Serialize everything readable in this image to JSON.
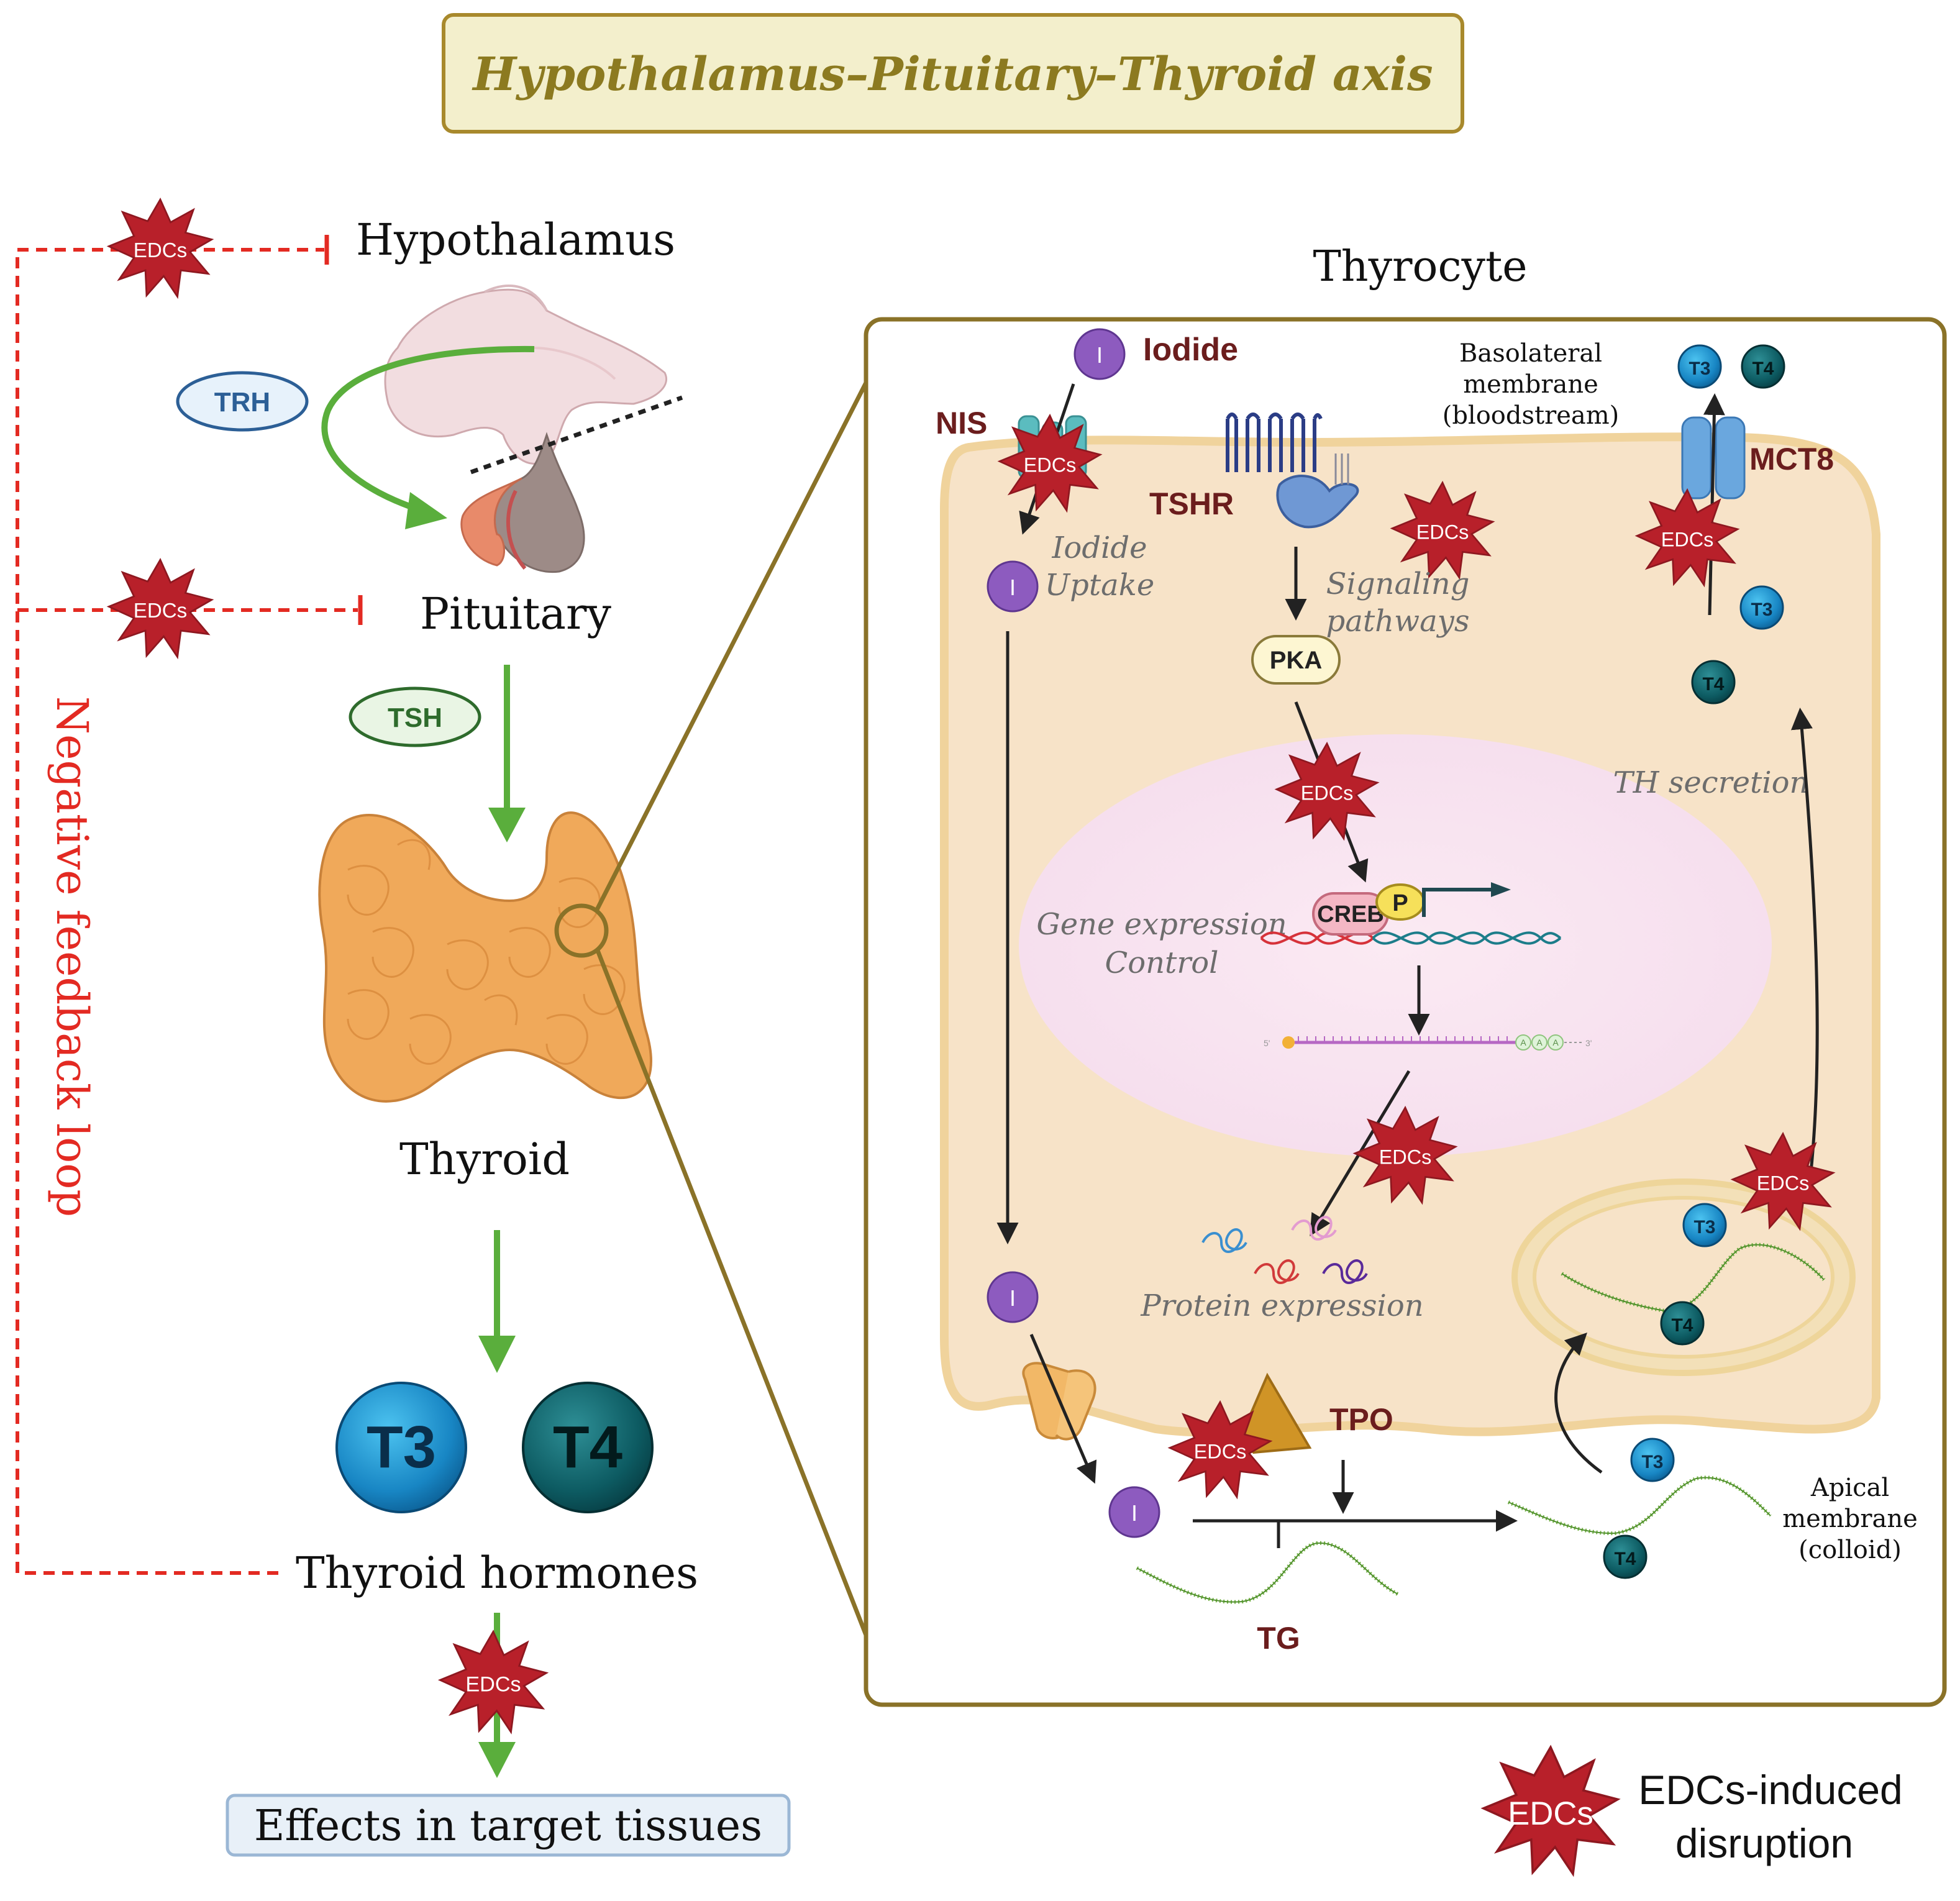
{
  "title": "Hypothalamus–Pituitary–Thyroid axis",
  "axis": {
    "hypothalamus": "Hypothalamus",
    "pituitary": "Pituitary",
    "thyroid": "Thyroid",
    "thyroid_hormones": "Thyroid hormones",
    "effects": "Effects in target tissues",
    "trh": "TRH",
    "tsh": "TSH",
    "t3": "T3",
    "t4": "T4",
    "feedback": "Negative feedback loop"
  },
  "edcs_label": "EDCs",
  "thyrocyte": {
    "title": "Thyrocyte",
    "iodide": "Iodide",
    "iodide_symbol": "I",
    "nis": "NIS",
    "tshr": "TSHR",
    "basolateral": [
      "Basolateral",
      "membrane",
      "(bloodstream)"
    ],
    "mct8": "MCT8",
    "iodide_uptake": [
      "Iodide",
      "Uptake"
    ],
    "signaling": [
      "Signaling",
      "pathways"
    ],
    "pka": "PKA",
    "gene_expression": [
      "Gene expression",
      "Control"
    ],
    "creb": "CREB",
    "p": "P",
    "protein_expression": "Protein expression",
    "th_secretion": "TH secretion",
    "tpo": "TPO",
    "tg": "TG",
    "apical": [
      "Apical",
      "membrane",
      "(colloid)"
    ],
    "t3": "T3",
    "t4": "T4",
    "mrna_5": "5'",
    "mrna_3": "3'",
    "mrna_a": "A"
  },
  "legend": {
    "symbol_label": "EDCs",
    "text": [
      "EDCs-induced",
      "disruption"
    ]
  },
  "colors": {
    "edc_red": "#b8202a",
    "feedback_red": "#e32a22",
    "green_arrow": "#5aae3c",
    "cell_fill": "#f7e3c8",
    "cell_border": "#8a7228",
    "label_maroon": "#6b1d1d",
    "title_box_fill": "#f3efcc",
    "title_text": "#8c7a20"
  }
}
